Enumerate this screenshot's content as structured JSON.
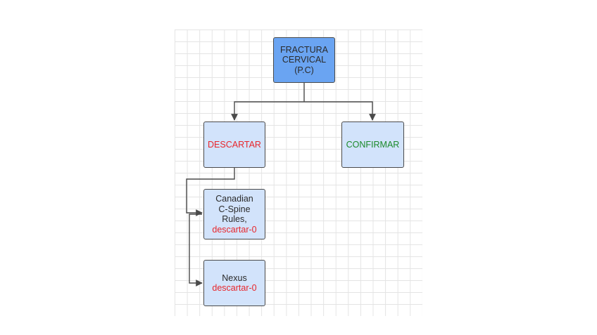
{
  "diagram": {
    "root": {
      "line1": "FRACTURA",
      "line2": "CERVICAL",
      "line3": "(P.C)"
    },
    "descartar": {
      "label": "DESCARTAR"
    },
    "confirmar": {
      "label": "CONFIRMAR"
    },
    "canadian": {
      "line1": "Canadian",
      "line2": "C-Spine",
      "line3": "Rules,",
      "line4": "descartar-0"
    },
    "nexus": {
      "line1": "Nexus",
      "line2": "descartar-0"
    }
  },
  "colors": {
    "root_fill": "#6aa4f2",
    "child_fill": "#d2e3fb",
    "red_text": "#e8262b",
    "green_text": "#1b8a2a",
    "grid": "#e4e4e4"
  }
}
